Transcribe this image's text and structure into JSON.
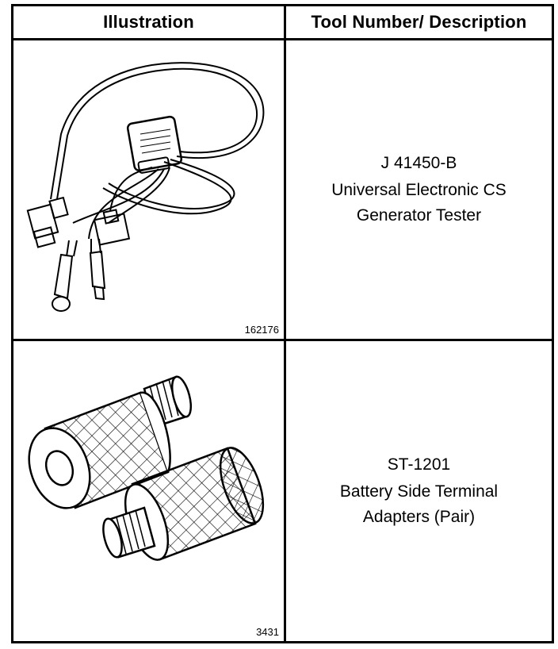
{
  "headers": {
    "illustration": "Illustration",
    "tool": "Tool Number/ Description"
  },
  "rows": [
    {
      "figure_number": "162176",
      "tool_number": "J 41450-B",
      "description_line1": "Universal Electronic CS",
      "description_line2": "Generator Tester",
      "illustration_icon": "cs-generator-tester-icon"
    },
    {
      "figure_number": "3431",
      "tool_number": "ST-1201",
      "description_line1": "Battery Side Terminal",
      "description_line2": "Adapters (Pair)",
      "illustration_icon": "battery-side-terminal-adapter-icon"
    }
  ]
}
